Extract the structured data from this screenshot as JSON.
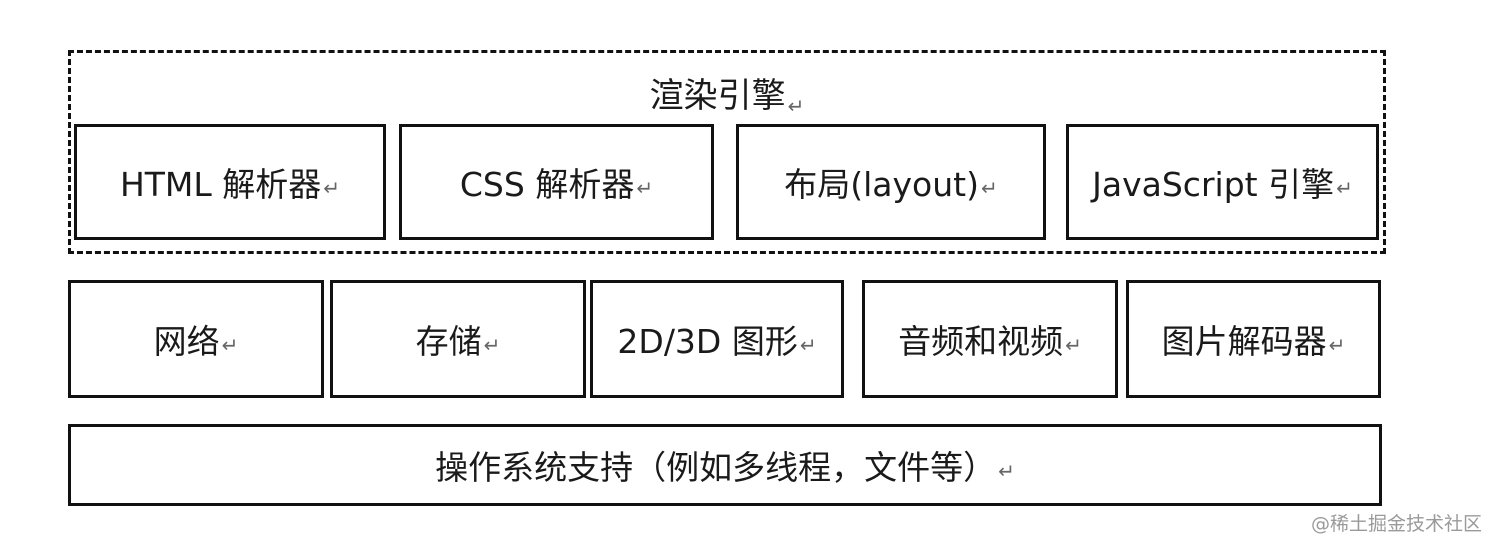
{
  "diagram": {
    "engine": {
      "title": "渲染引擎",
      "components": [
        "HTML 解析器",
        "CSS 解析器",
        "布局(layout)",
        "JavaScript 引擎"
      ]
    },
    "modules": [
      "网络",
      "存储",
      "2D/3D 图形",
      "音频和视频",
      "图片解码器"
    ],
    "os_support": "操作系统支持（例如多线程，文件等）",
    "paragraph_mark": "↵"
  },
  "watermark": "@稀土掘金技术社区"
}
